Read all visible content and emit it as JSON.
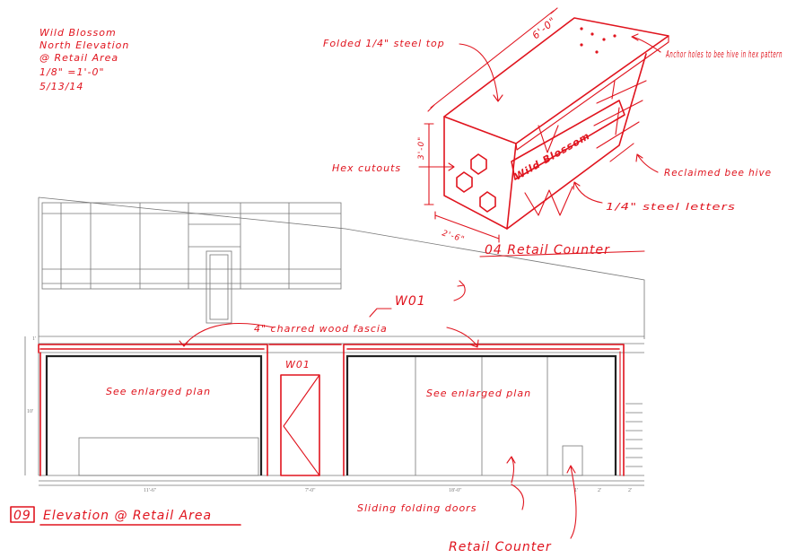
{
  "header_note": {
    "line1": "Wild Blossom",
    "line2": "North Elevation",
    "line3": "@ Retail Area",
    "line4": "1/8\" =1'-0\"",
    "line5": "5/13/14"
  },
  "counter_sketch": {
    "dim_width": "6'-0\"",
    "dim_height": "3'-0\"",
    "dim_depth": "2'-6\"",
    "label_top": "Folded 1/4\" steel top",
    "label_anchor": "Anchor holes to bee hive in hex pattern",
    "label_hex": "Hex cutouts",
    "label_hive": "Reclaimed bee hive",
    "label_letters": "1/4\" steel letters",
    "sign_text": "Wild Blossom",
    "caption": "04 Retail Counter"
  },
  "elevation": {
    "w01_top": "W01",
    "fascia_label": "4\" charred wood fascia",
    "w01_door": "W01",
    "plan_left": "See enlarged plan",
    "plan_right": "See enlarged plan",
    "sliding_label": "Sliding folding doors",
    "retail_counter_label": "Retail Counter",
    "caption_number": "09",
    "caption_text": "Elevation @ Retail Area"
  }
}
